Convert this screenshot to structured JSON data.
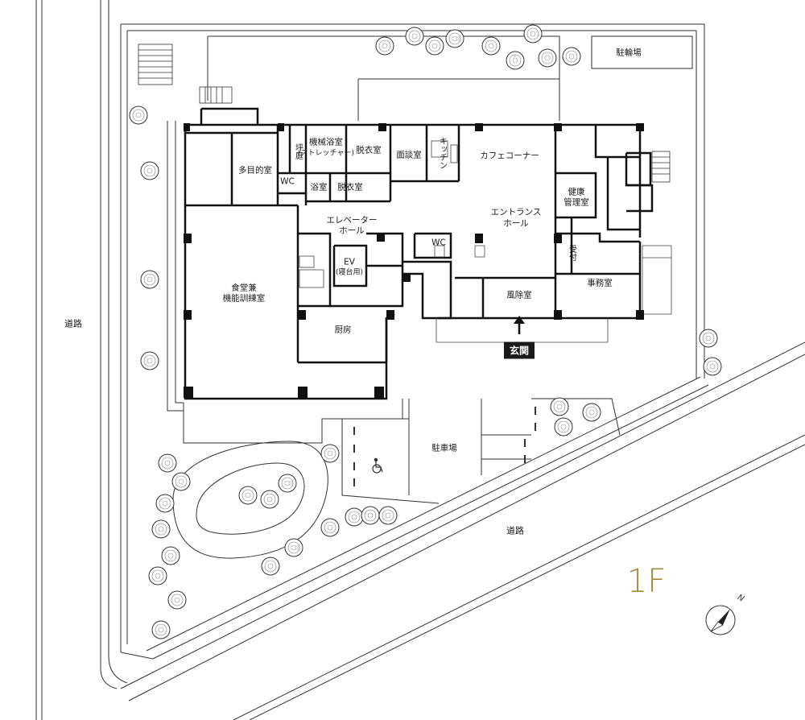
{
  "floor_label": "1F",
  "compass": {
    "north_letter": "N"
  },
  "entrance": {
    "label": "玄関"
  },
  "rooms": {
    "multipurpose": "多目的室",
    "tsubo_garden": "坪庭",
    "machine_bath_1": "機械浴室",
    "machine_bath_2": "(ストレッチャー)",
    "dressing_1": "脱衣室",
    "interview": "面談室",
    "kitchen": "キッチン",
    "cafe": "カフェコーナー",
    "wc_1": "WC",
    "bath": "浴室",
    "dressing_2": "脱衣室",
    "elevator_hall_1": "エレベーター",
    "elevator_hall_2": "ホール",
    "entrance_hall_1": "エントランス",
    "entrance_hall_2": "ホール",
    "health_1": "健康",
    "health_2": "管理室",
    "wc_2": "WC",
    "ev_1": "EV",
    "ev_2": "(寝台用)",
    "reception": "受付",
    "office": "事務室",
    "dining_1": "食堂兼",
    "dining_2": "機能訓練室",
    "windbreak": "風除室",
    "kitchen_main": "厨房",
    "parking": "駐車場",
    "bicycle": "駐輪場"
  },
  "roads": {
    "west": "道路",
    "south": "道路"
  }
}
